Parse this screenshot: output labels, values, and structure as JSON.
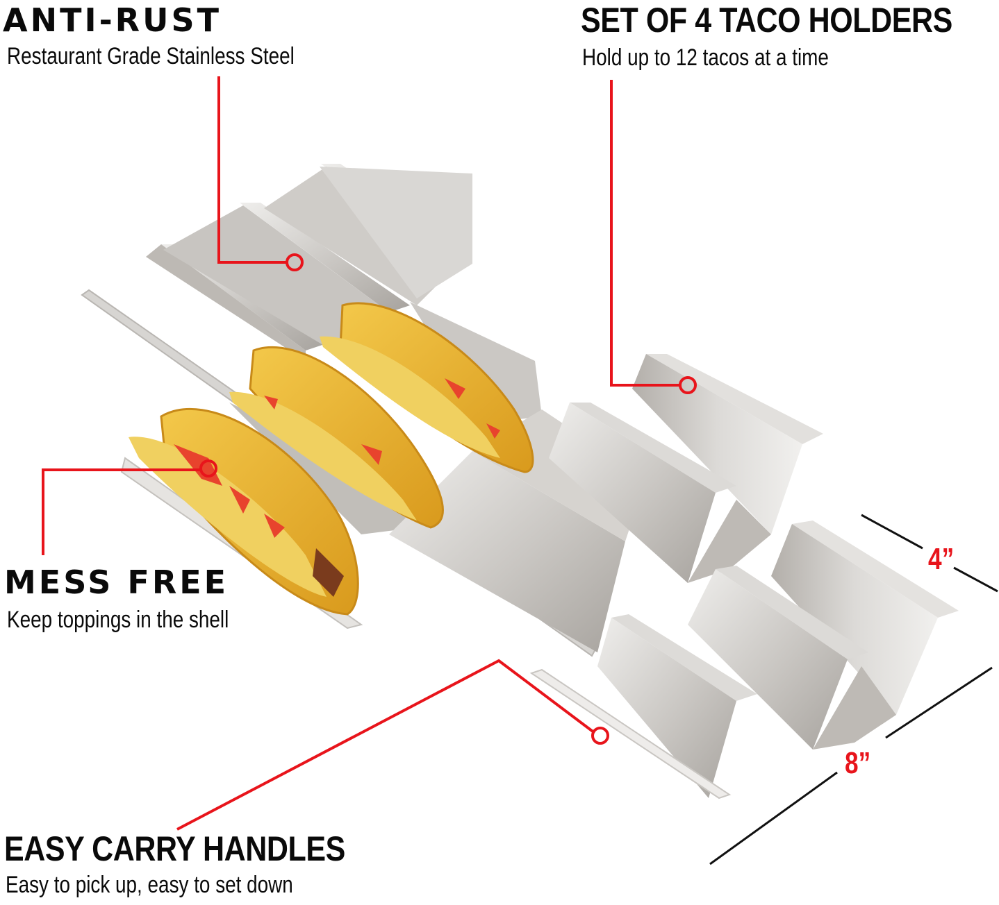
{
  "callouts": {
    "anti_rust": {
      "title": "ANTI-RUST",
      "subtitle": "Restaurant Grade Stainless Steel"
    },
    "set_of_4": {
      "title": "SET OF 4 TACO HOLDERS",
      "subtitle": "Hold up to 12 tacos at a time"
    },
    "mess_free": {
      "title": "MESS FREE",
      "subtitle": "Keep toppings in the shell"
    },
    "easy_carry": {
      "title": "EASY CARRY HANDLES",
      "subtitle": "Easy to pick up, easy to set down"
    }
  },
  "dimensions": {
    "width": "4”",
    "length": "8”"
  },
  "colors": {
    "accent_red": "#e8141b",
    "steel_light": "#e4e2df",
    "steel_dark": "#a9a6a1",
    "shell": "#e9b531",
    "text": "#0a0a0a"
  }
}
